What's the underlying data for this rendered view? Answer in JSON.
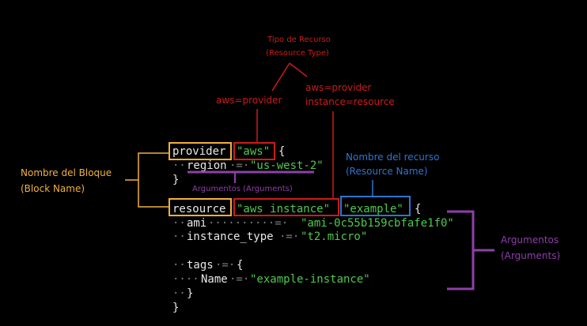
{
  "colors": {
    "background": "#000000",
    "code_text": "#e8e8e8",
    "string": "#4ec94e",
    "dots": "#7a7a7a",
    "orange": "#f2b03c",
    "red": "#cc1b1b",
    "blue": "#2f74d0",
    "purple": "#8e3fa8"
  },
  "code": {
    "provider_kw": "provider",
    "provider_name": "\"aws\"",
    "brace_open": "{",
    "brace_close": "}",
    "region_dots": "··",
    "region_key": "region",
    "region_eq": "·=·",
    "region_value": "\"us-west-2\"",
    "resource_kw": "resource",
    "resource_type": "\"aws_instance\"",
    "resource_name": "\"example\"",
    "ami_dots": "··",
    "ami_key": "ami",
    "ami_eq": "··········=·",
    "ami_value": "\"ami-0c55b159cbfafe1f0\"",
    "itype_dots": "··",
    "itype_key": "instance_type",
    "itype_eq": "·=·",
    "itype_value": "\"t2.micro\"",
    "tags_dots": "··",
    "tags_key": "tags",
    "tags_eq": "·=·",
    "name_dots": "····",
    "name_key": "Name",
    "name_eq": "·=·",
    "name_value": "\"example-instance\"",
    "tags_close_dots": "··"
  },
  "annotations": {
    "resource_type_line1": "Tipo de Recurso",
    "resource_type_line2": "(Resource Type)",
    "provider_label": "aws=provider",
    "provider_instance_line1": "aws=provider",
    "provider_instance_line2": "instance=resource",
    "block_name_line1": "Nombre del Bloque",
    "block_name_line2": "(Block Name)",
    "resource_name_line1": "Nombre del recurso",
    "resource_name_line2": "(Resource Name)",
    "arguments_small": "Argumentos (Arguments)",
    "arguments_line1": "Argumentos",
    "arguments_line2": "(Arguments)"
  }
}
